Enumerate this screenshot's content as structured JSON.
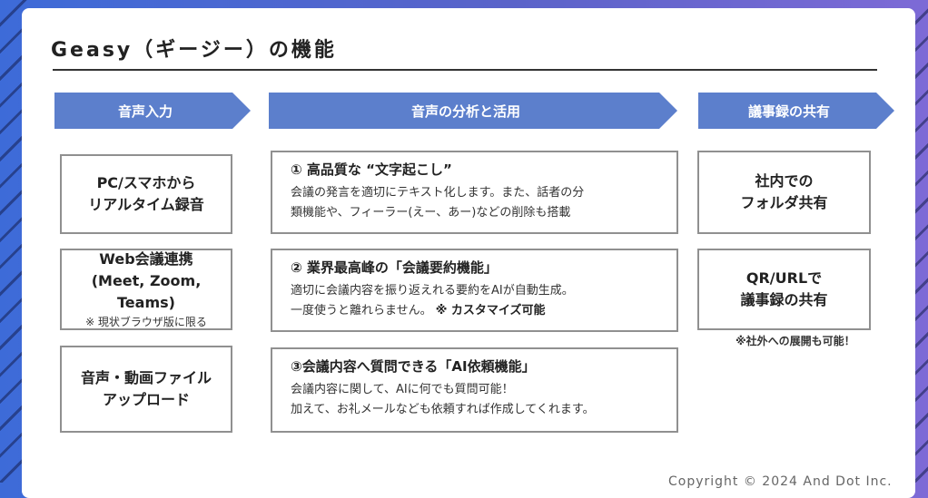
{
  "title": "Geasy（ギージー）の機能",
  "columns": [
    {
      "header": "音声入力"
    },
    {
      "header": "音声の分析と活用"
    },
    {
      "header": "議事録の共有"
    }
  ],
  "input_boxes": [
    {
      "line1": "PC/スマホから",
      "line2": "リアルタイム録音",
      "note": ""
    },
    {
      "line1": "Web会議連携",
      "line2": "(Meet, Zoom, Teams)",
      "note": "※ 現状ブラウザ版に限る"
    },
    {
      "line1": "音声・動画ファイル",
      "line2": "アップロード",
      "note": ""
    }
  ],
  "analysis_boxes": [
    {
      "title": "① 高品質な “文字起こし”",
      "body1": "会議の発言を適切にテキスト化します。また、話者の分",
      "body2": "類機能や、フィーラー(えー、あー)などの削除も搭載",
      "emph": ""
    },
    {
      "title": "② 業界最高峰の「会議要約機能」",
      "body1": "適切に会議内容を振り返えれる要約をAIが自動生成。",
      "body2": "一度使うと離れらません。",
      "emph": "※ カスタマイズ可能"
    },
    {
      "title": "③会議内容へ質問できる「AI依頼機能」",
      "body1": "会議内容に関して、AIに何でも質問可能！",
      "body2": "加えて、お礼メールなども依頼すれば作成してくれます。",
      "emph": ""
    }
  ],
  "share_boxes": [
    {
      "line1": "社内での",
      "line2": "フォルダ共有"
    },
    {
      "line1": "QR/URLで",
      "line2": "議事録の共有"
    }
  ],
  "share_note": "※社外への展開も可能！",
  "copyright": "Copyright © 2024 And Dot Inc."
}
